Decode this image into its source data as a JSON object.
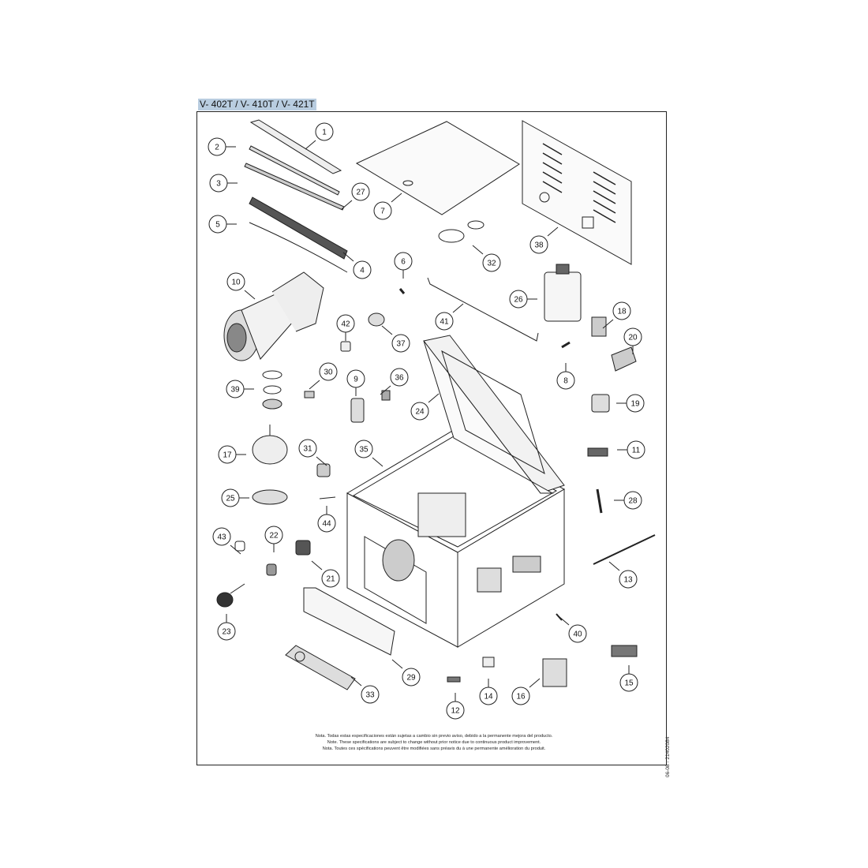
{
  "title": "V- 402T / V- 410T / V- 421T",
  "callouts": [
    "1",
    "2",
    "3",
    "27",
    "7",
    "5",
    "4",
    "32",
    "38",
    "6",
    "10",
    "26",
    "18",
    "41",
    "42",
    "37",
    "20",
    "8",
    "30",
    "36",
    "39",
    "9",
    "24",
    "19",
    "35",
    "31",
    "17",
    "11",
    "28",
    "25",
    "44",
    "43",
    "22",
    "21",
    "13",
    "23",
    "40",
    "29",
    "33",
    "14",
    "16",
    "15",
    "12"
  ],
  "notes": [
    "Nota. Todas estas especificaciones están sujetas a cambio sin previo aviso, debido a la permanente mejora del producto.",
    "Note. These specifications are subject to change without prior notice due to continuous product improvement.",
    "Nota. Toutes ces spécifications peuvent être modifiées sans préavis du à une permanente amélioration du produit."
  ],
  "doc_code": "06-08 - 21402084",
  "colors": {
    "line": "#222222",
    "title_highlight": "#b9cde0"
  }
}
